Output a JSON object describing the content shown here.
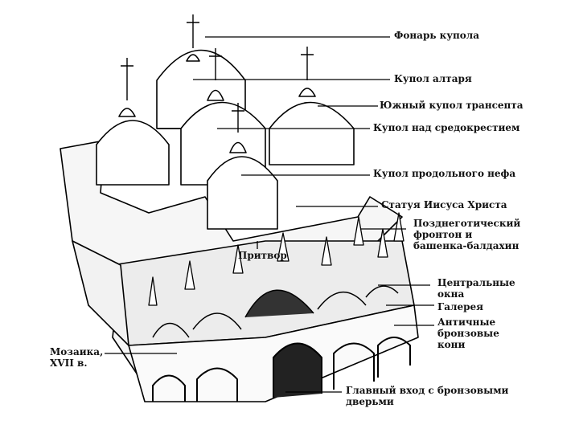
{
  "diagram": {
    "labels": {
      "lantern": "Фонарь купола",
      "altar_dome": "Купол алтаря",
      "south_transept_dome": "Южный купол трансепта",
      "crossing_dome": "Купол над средокрестием",
      "nave_dome": "Купол продольного нефа",
      "christ_statue": "Статуя Иисуса Христа",
      "gothic_pediment_line1": "Позднеготический",
      "gothic_pediment_line2": "фронтон и",
      "gothic_pediment_line3": "башенка-балдахин",
      "narthex": "Притвор",
      "central_windows_line1": "Центральные",
      "central_windows_line2": "окна",
      "gallery": "Галерея",
      "horses_line1": "Античные",
      "horses_line2": "бронзовые",
      "horses_line3": "кони",
      "mosaic_line1": "Мозаика,",
      "mosaic_line2": "XVII в.",
      "main_entrance_line1": "Главный вход с бронзовыми",
      "main_entrance_line2": "дверьми"
    }
  }
}
